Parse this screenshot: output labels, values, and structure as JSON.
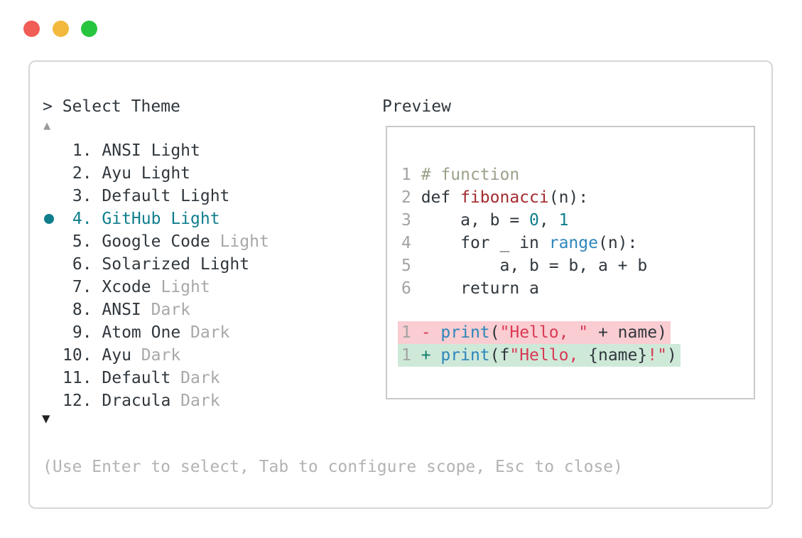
{
  "window": {
    "traffic_lights": [
      {
        "name": "close",
        "color": "#f05c56"
      },
      {
        "name": "minimize",
        "color": "#f2b93e"
      },
      {
        "name": "zoom",
        "color": "#27c53f"
      }
    ]
  },
  "selector": {
    "prompt": "> Select Theme",
    "scroll_up_icon": "▲",
    "scroll_down_icon": "▼",
    "items": [
      {
        "number": "1",
        "name": "ANSI Light",
        "dim": "",
        "selected": false
      },
      {
        "number": "2",
        "name": "Ayu Light",
        "dim": "",
        "selected": false
      },
      {
        "number": "3",
        "name": "Default Light",
        "dim": "",
        "selected": false
      },
      {
        "number": "4",
        "name": "GitHub Light",
        "dim": "",
        "selected": true
      },
      {
        "number": "5",
        "name": "Google Code",
        "dim": "Light",
        "selected": false
      },
      {
        "number": "6",
        "name": "Solarized Light",
        "dim": "",
        "selected": false
      },
      {
        "number": "7",
        "name": "Xcode",
        "dim": "Light",
        "selected": false
      },
      {
        "number": "8",
        "name": "ANSI",
        "dim": "Dark",
        "selected": false
      },
      {
        "number": "9",
        "name": "Atom One",
        "dim": "Dark",
        "selected": false
      },
      {
        "number": "10",
        "name": "Ayu",
        "dim": "Dark",
        "selected": false
      },
      {
        "number": "11",
        "name": "Default",
        "dim": "Dark",
        "selected": false
      },
      {
        "number": "12",
        "name": "Dracula",
        "dim": "Dark",
        "selected": false
      }
    ],
    "hint": "(Use Enter to select, Tab to configure scope, Esc to close)"
  },
  "preview": {
    "label": "Preview",
    "code_lines": [
      {
        "num": "1",
        "tokens": [
          [
            "comment",
            "# function"
          ]
        ]
      },
      {
        "num": "2",
        "tokens": [
          [
            "text",
            "def "
          ],
          [
            "func",
            "fibonacci"
          ],
          [
            "text",
            "(n):"
          ]
        ]
      },
      {
        "num": "3",
        "tokens": [
          [
            "text",
            "    a, b = "
          ],
          [
            "number",
            "0"
          ],
          [
            "text",
            ", "
          ],
          [
            "number",
            "1"
          ]
        ]
      },
      {
        "num": "4",
        "tokens": [
          [
            "text",
            "    for _ in "
          ],
          [
            "call",
            "range"
          ],
          [
            "text",
            "(n):"
          ]
        ]
      },
      {
        "num": "5",
        "tokens": [
          [
            "text",
            "        a, b = b, a + b"
          ]
        ]
      },
      {
        "num": "6",
        "tokens": [
          [
            "text",
            "    return a"
          ]
        ]
      }
    ],
    "diff_lines": [
      {
        "num": "1",
        "kind": "removed",
        "tokens": [
          [
            "minus",
            "- "
          ],
          [
            "call",
            "print"
          ],
          [
            "text",
            "("
          ],
          [
            "string",
            "\"Hello, \""
          ],
          [
            "text",
            " + name)"
          ]
        ]
      },
      {
        "num": "1",
        "kind": "added",
        "tokens": [
          [
            "plus",
            "+ "
          ],
          [
            "call",
            "print"
          ],
          [
            "text",
            "(f"
          ],
          [
            "string",
            "\"Hello, "
          ],
          [
            "text",
            "{name}"
          ],
          [
            "string",
            "!\""
          ],
          [
            "text",
            ")"
          ]
        ]
      }
    ]
  },
  "colors": {
    "accent_teal": "#0f7e8c",
    "text_dark": "#30373d",
    "text_dim": "#a8a8a8",
    "hint_gray": "#b3b3b3",
    "line_number_gray": "#a3a3a3",
    "comment_green": "#99a28a",
    "function_red": "#a32b2e",
    "string_red": "#d93a55",
    "call_blue": "#2e86ba",
    "number_teal": "#0f7e8c",
    "plus_green": "#0d7f6e",
    "minus_red": "#d93a55",
    "diff_removed_bg": "#f9cdd1",
    "diff_added_bg": "#cfe9d9",
    "window_border": "#d6d6d6",
    "preview_border": "#c9c9c9",
    "traffic_red": "#f05c56",
    "traffic_yellow": "#f2b93e",
    "traffic_green": "#27c53f",
    "arrow_up_gray": "#9a9a9a",
    "arrow_down_dark": "#222222"
  }
}
